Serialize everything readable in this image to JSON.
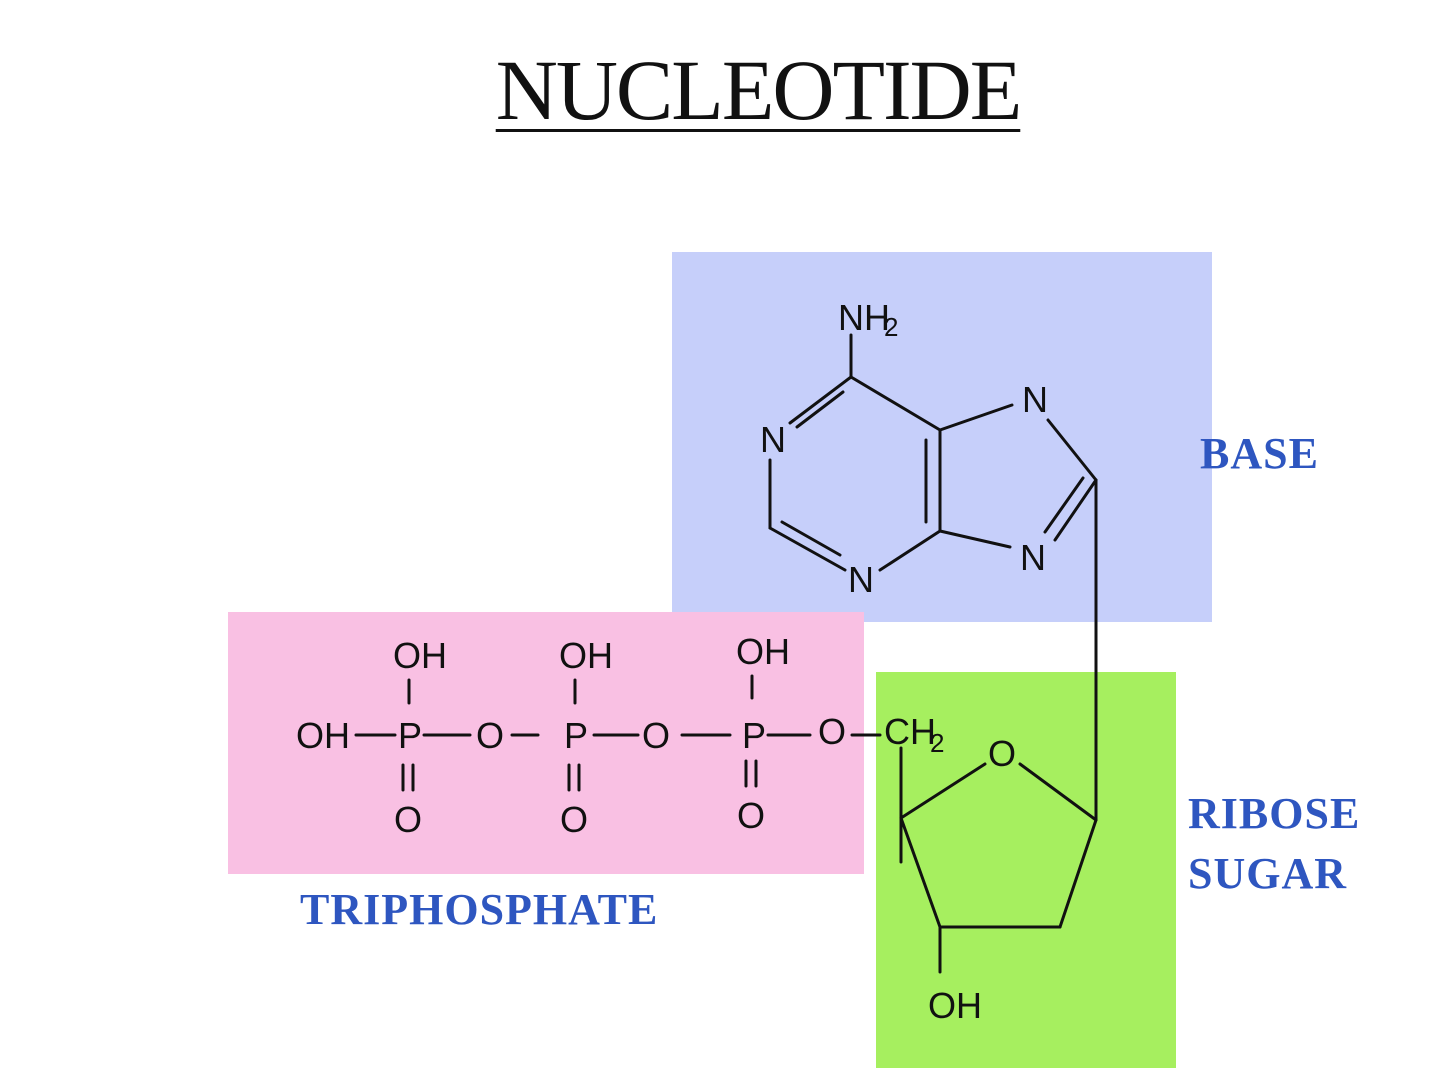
{
  "title": "NUCLEOTIDE",
  "regions": {
    "base": {
      "label": "BASE",
      "color": "#c6cffa"
    },
    "sugar": {
      "label_line1": "RIBOSE",
      "label_line2": "SUGAR",
      "color": "#a6ef5f"
    },
    "phosphate": {
      "label": "TRIPHOSPHATE",
      "color": "#f9c0e3"
    }
  },
  "label_color": "#2e56c0",
  "atoms": {
    "amine": "NH",
    "amine_sub": "2",
    "n1": "N",
    "n3": "N",
    "n7": "N",
    "n9": "N",
    "oh_p1": "OH",
    "oh_p2": "OH",
    "oh_p3": "OH",
    "oh_terminal": "OH",
    "p1": "P",
    "p2": "P",
    "p3": "P",
    "o_bridge1": "O",
    "o_bridge2": "O",
    "o_ester": "O",
    "o_dbl1": "O",
    "o_dbl2": "O",
    "o_dbl3": "O",
    "ch2": "CH",
    "ch2_sub": "2",
    "ring_o": "O",
    "oh_sugar": "OH"
  }
}
